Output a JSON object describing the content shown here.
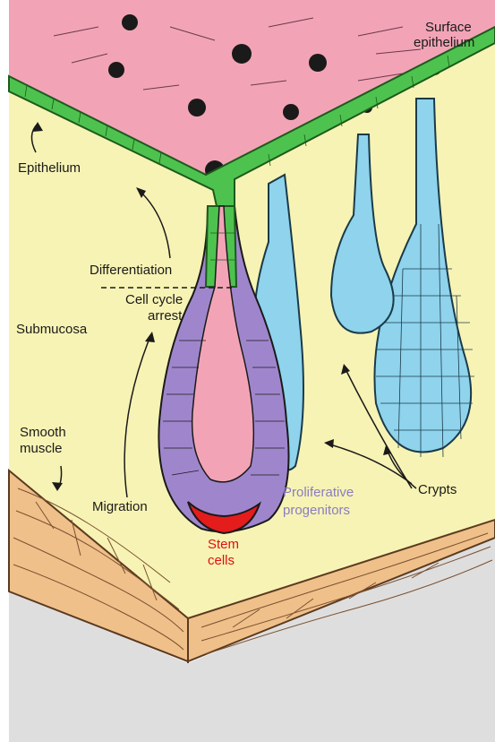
{
  "labels": {
    "surface_epithelium_1": "Surface",
    "surface_epithelium_2": "epithelium",
    "epithelium": "Epithelium",
    "differentiation": "Differentiation",
    "cell_cycle_1": "Cell cycle",
    "cell_cycle_2": "arrest",
    "submucosa": "Submucosa",
    "smooth_muscle_1": "Smooth",
    "smooth_muscle_2": "muscle",
    "migration": "Migration",
    "stem_cells_1": "Stem",
    "stem_cells_2": "cells",
    "proliferative_1": "Proliferative",
    "proliferative_2": "progenitors",
    "crypts": "Crypts"
  },
  "colors": {
    "surface_pink": "#f2a4b6",
    "submucosa_yellow": "#f7f3b4",
    "epithelium_green": "#4ec24e",
    "crypt_blue": "#8fd3ec",
    "progenitor_purple": "#9f86cc",
    "stem_red": "#e51c1c",
    "muscle_orange": "#f0c08a",
    "floor_gray": "#dedede"
  }
}
